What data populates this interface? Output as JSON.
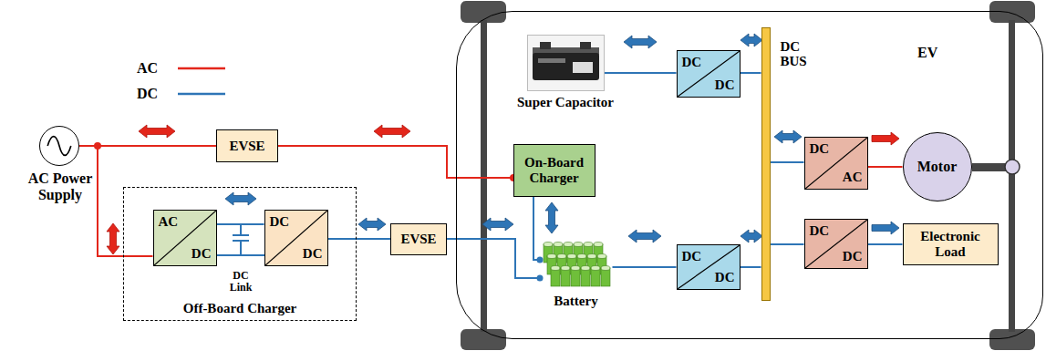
{
  "diagram": {
    "nodes": [
      {
        "text": [
          "AC Power Supply"
        ]
      },
      {
        "text": [
          "EVSE"
        ]
      },
      {
        "text": [
          "Off-Board Charger"
        ]
      },
      {
        "text": [
          "AC",
          "DC"
        ],
        "in": 2
      },
      {
        "text": [
          "DC",
          "DC"
        ],
        "in": 2
      },
      {
        "text": [
          "EVSE"
        ]
      },
      {
        "text": [
          "EV"
        ]
      },
      {
        "text": [
          "Super Capacitor"
        ],
        "in": 6
      },
      {
        "text": [
          "DC",
          "DC"
        ],
        "in": 6
      },
      {
        "text": [
          "DC BUS"
        ],
        "in": 6
      },
      {
        "text": [
          "On-Board Charger"
        ],
        "in": 6
      },
      {
        "text": [
          "Battery"
        ],
        "in": 6
      },
      {
        "text": [
          "DC",
          "DC"
        ],
        "in": 6
      },
      {
        "text": [
          "DC",
          "AC"
        ],
        "in": 6
      },
      {
        "text": [
          "Motor"
        ],
        "in": 6
      },
      {
        "text": [
          "DC",
          "DC"
        ],
        "in": 6
      },
      {
        "text": [
          "Electronic Load"
        ],
        "in": 6
      }
    ],
    "edges": [
      {
        "from": 0,
        "to": 1,
        "arrow": "both"
      },
      {
        "from": 1,
        "to": 10,
        "arrow": "both"
      },
      {
        "from": 0,
        "to": 3,
        "arrow": "both"
      },
      {
        "from": 3,
        "to": 4,
        "arrow": "both"
      },
      {
        "from": 4,
        "to": 5,
        "arrow": "both"
      },
      {
        "from": 5,
        "to": 11,
        "arrow": "both"
      },
      {
        "from": 10,
        "to": 11,
        "arrow": "both"
      },
      {
        "from": 7,
        "to": 8,
        "arrow": "both"
      },
      {
        "from": 8,
        "to": 9,
        "arrow": "both"
      },
      {
        "from": 11,
        "to": 12,
        "arrow": "both"
      },
      {
        "from": 12,
        "to": 9,
        "arrow": "both"
      },
      {
        "from": 9,
        "to": 13,
        "arrow": "both"
      },
      {
        "from": 13,
        "to": 14,
        "arrow": "to"
      },
      {
        "from": 9,
        "to": 15,
        "arrow": "none"
      },
      {
        "from": 15,
        "to": 16,
        "arrow": "to"
      }
    ],
    "labels": [
      "DC Link"
    ],
    "legend": [
      {
        "text": "AC"
      },
      {
        "text": "DC"
      }
    ]
  }
}
